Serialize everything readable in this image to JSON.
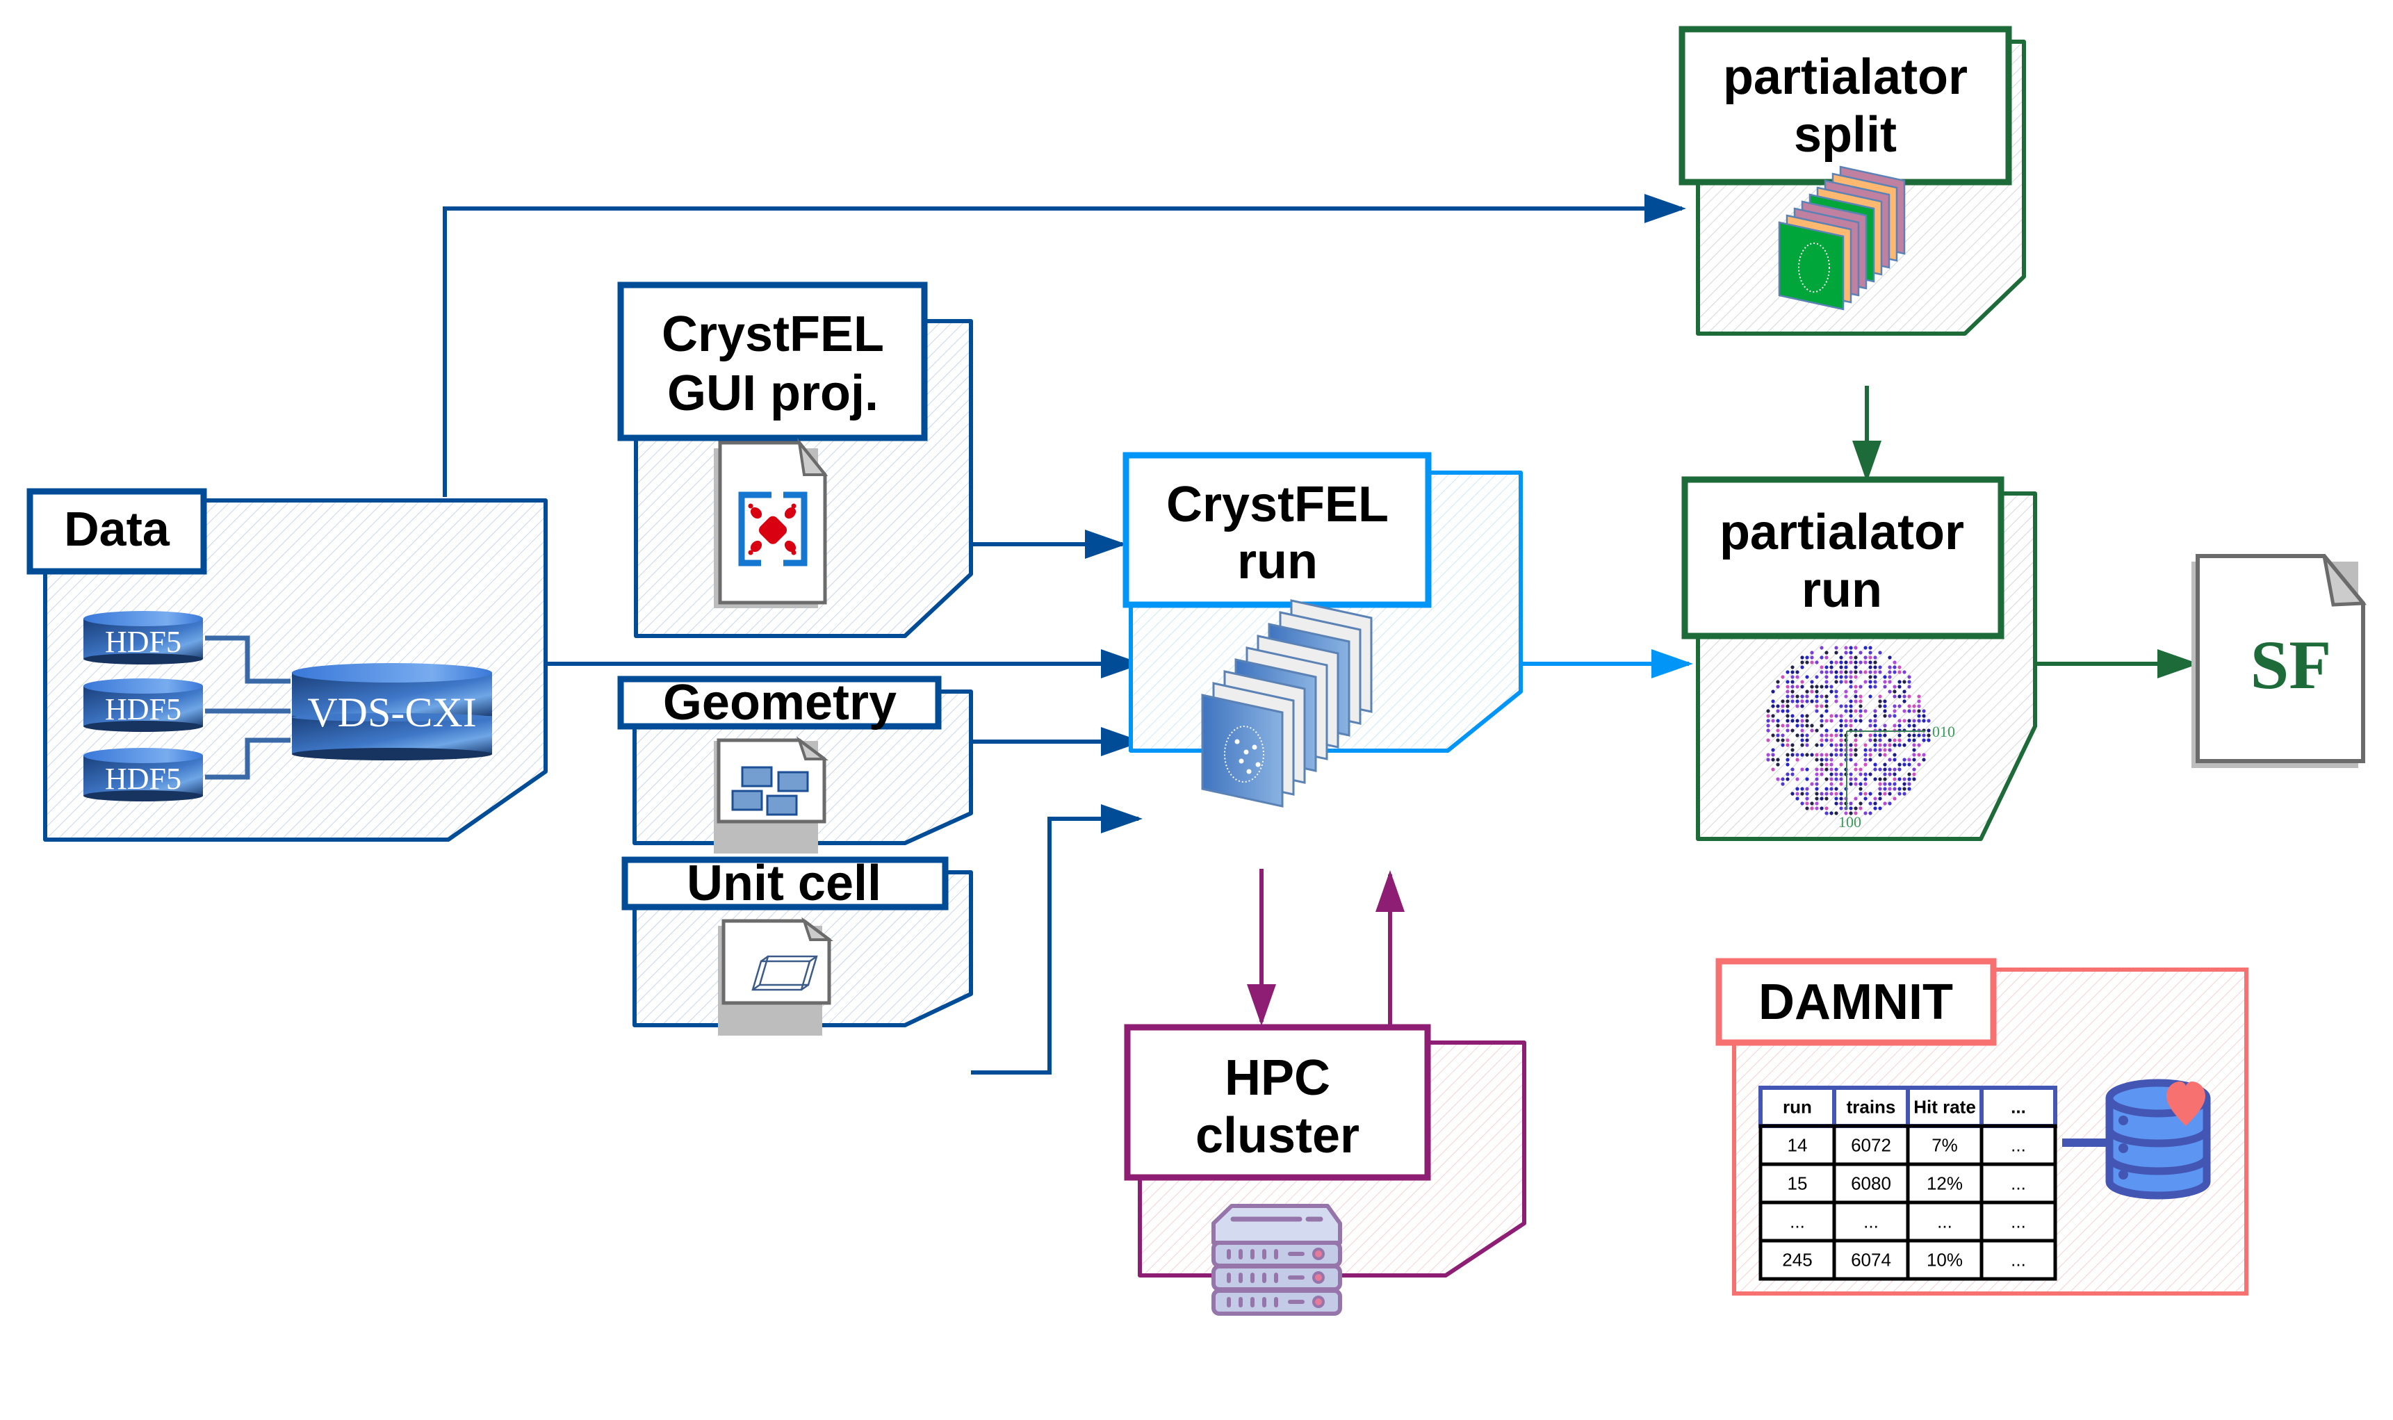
{
  "colors": {
    "input_blue": "#004c97",
    "run_blue": "#0095f6",
    "output_green": "#1e6b3a",
    "hpc_purple": "#8e1e73",
    "damnit_red": "#f87171",
    "table_blue": "#4456b4",
    "file_gray": "#6b6b6b"
  },
  "nodes": {
    "data": {
      "title": "Data",
      "hdf5_label": "HDF5",
      "vds_label": "VDS-CXI"
    },
    "gui_proj": {
      "title_line1": "CrystFEL",
      "title_line2": "GUI proj."
    },
    "geometry": {
      "title": "Geometry"
    },
    "unit_cell": {
      "title": "Unit cell"
    },
    "crystfel_run": {
      "title_line1": "CrystFEL",
      "title_line2": "run"
    },
    "hpc": {
      "title_line1": "HPC",
      "title_line2": "cluster"
    },
    "partialator_split": {
      "title_line1": "partialator",
      "title_line2": "split"
    },
    "partialator_run": {
      "title_line1": "partialator",
      "title_line2": "run",
      "axis_label_010": "010",
      "axis_label_100": "100"
    },
    "sf_file": {
      "label": "SF"
    },
    "damnit": {
      "title": "DAMNIT",
      "table": {
        "headers": [
          "run",
          "trains",
          "Hit rate",
          "..."
        ],
        "rows": [
          [
            "14",
            "6072",
            "7%",
            "..."
          ],
          [
            "15",
            "6080",
            "12%",
            "..."
          ],
          [
            "...",
            "...",
            "...",
            "..."
          ],
          [
            "245",
            "6074",
            "10%",
            "..."
          ]
        ]
      }
    }
  },
  "edges": [
    {
      "from": "data",
      "to": "partialator_split"
    },
    {
      "from": "data",
      "to": "crystfel_run"
    },
    {
      "from": "gui_proj",
      "to": "crystfel_run"
    },
    {
      "from": "geometry",
      "to": "crystfel_run"
    },
    {
      "from": "unit_cell",
      "to": "crystfel_run"
    },
    {
      "from": "crystfel_run",
      "to": "hpc"
    },
    {
      "from": "hpc",
      "to": "crystfel_run"
    },
    {
      "from": "crystfel_run",
      "to": "partialator_run"
    },
    {
      "from": "partialator_split",
      "to": "partialator_run"
    },
    {
      "from": "partialator_run",
      "to": "sf_file"
    },
    {
      "from": "damnit_table",
      "to": "damnit_database"
    }
  ]
}
